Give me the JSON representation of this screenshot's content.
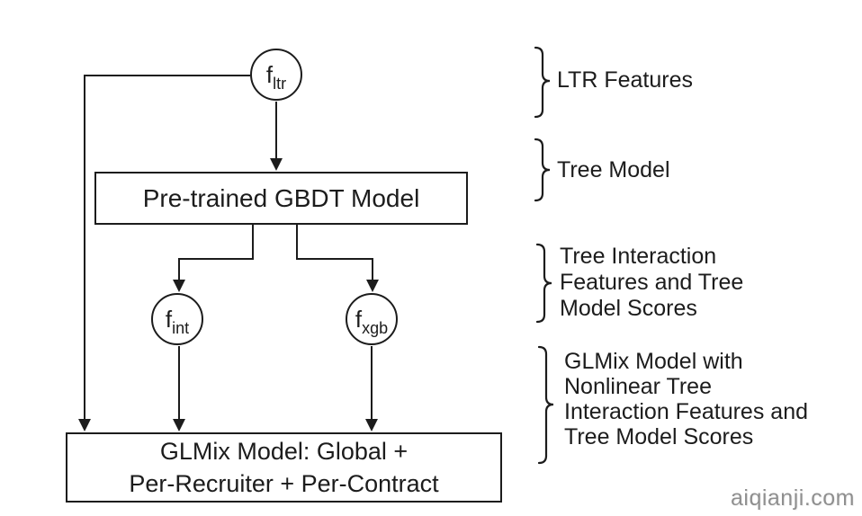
{
  "diagram": {
    "node_fltr": {
      "base": "f",
      "sub": "ltr"
    },
    "node_fint": {
      "base": "f",
      "sub": "int"
    },
    "node_fxgb": {
      "base": "f",
      "sub": "xgb"
    },
    "gbdt_box_label": "Pre-trained GBDT Model",
    "glmix_box": {
      "line1": "GLMix Model: Global +",
      "line2": "Per-Recruiter + Per-Contract"
    }
  },
  "annotations": [
    {
      "lines": [
        "LTR Features"
      ]
    },
    {
      "lines": [
        "Tree Model"
      ]
    },
    {
      "lines": [
        "Tree Interaction",
        "Features and Tree",
        "Model Scores"
      ]
    },
    {
      "lines": [
        "GLMix Model with",
        "Nonlinear Tree",
        "Interaction Features and",
        "Tree Model Scores"
      ]
    }
  ],
  "watermark": "aiqianji.com",
  "colors": {
    "ink": "#1c1c1c",
    "background": "#ffffff",
    "watermark_gray": "#8f8f8f"
  }
}
